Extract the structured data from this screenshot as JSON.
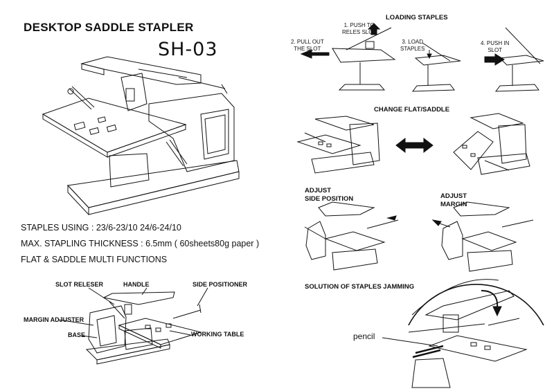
{
  "header": {
    "title": "DESKTOP SADDLE STAPLER",
    "model": "SH-03"
  },
  "specs": {
    "staples": "STAPLES USING : 23/6-23/10   24/6-24/10",
    "thickness": "MAX. STAPLING THICKNESS : 6.5mm ( 60sheets80g paper )",
    "functions": "FLAT & SADDLE MULTI FUNCTIONS"
  },
  "parts": {
    "slot_releser": "SLOT RELESER",
    "handle": "HANDLE",
    "side_positioner": "SIDE  POSITIONER",
    "margin_adjuster": "MARGIN ADJUSTER",
    "base": "BASE",
    "working_table": "WORKING TABLE"
  },
  "loading": {
    "title": "LOADING  STAPLES",
    "step1_line1": "1. PUSH TO",
    "step1_line2": "RELES SLOT",
    "step2_line1": "2. PULL OUT",
    "step2_line2": "THE SLOT",
    "step3_line1": "3. LOAD",
    "step3_line2": "STAPLES",
    "step4_line1": "4. PUSH IN",
    "step4_line2": "SLOT"
  },
  "change": {
    "title": "CHANGE FLAT/SADDLE"
  },
  "adjust_side": {
    "line1": "ADJUST",
    "line2": "SIDE POSITION"
  },
  "adjust_margin": {
    "line1": "ADJUST",
    "line2": "MARGIN"
  },
  "jamming": {
    "title": "SOLUTION OF STAPLES JAMMING",
    "pencil": "pencil"
  }
}
